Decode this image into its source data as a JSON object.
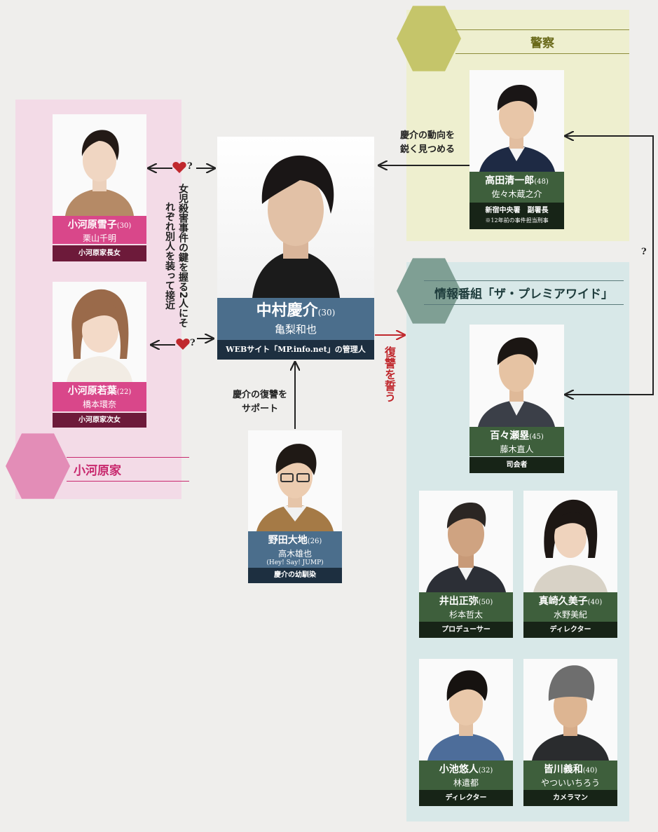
{
  "sections": {
    "family": "小河原家",
    "police": "警察",
    "tvshow": "情報番組「ザ・プレミアワイド」"
  },
  "main": {
    "name": "中村慶介",
    "age": "(30)",
    "actor": "亀梨和也",
    "role": "WEBサイト「MP.info.net」の管理人"
  },
  "family": [
    {
      "name": "小河原雪子",
      "age": "(30)",
      "actor": "栗山千明",
      "role": "小河原家長女"
    },
    {
      "name": "小河原若葉",
      "age": "(22)",
      "actor": "橋本環奈",
      "role": "小河原家次女"
    }
  ],
  "police": {
    "name": "高田清一郎",
    "age": "(48)",
    "actor": "佐々木蔵之介",
    "role": "新宿中央署　副署長",
    "role_note": "※12年前の事件担当刑事"
  },
  "supporter": {
    "name": "野田大地",
    "age": "(26)",
    "actor": "高木雄也",
    "group": "(Hey! Say! JUMP)",
    "role": "慶介の幼馴染"
  },
  "tv": [
    {
      "name": "百々瀬塁",
      "age": "(45)",
      "actor": "藤木直人",
      "role": "司会者"
    },
    {
      "name": "井出正弥",
      "age": "(50)",
      "actor": "杉本哲太",
      "role": "プロデューサー"
    },
    {
      "name": "真崎久美子",
      "age": "(40)",
      "actor": "水野美紀",
      "role": "ディレクター"
    },
    {
      "name": "小池悠人",
      "age": "(32)",
      "actor": "林遣都",
      "role": "ディレクター"
    },
    {
      "name": "皆川義和",
      "age": "(40)",
      "actor": "やついいちろう",
      "role": "カメラマン"
    }
  ],
  "relations": {
    "family_note": "女児殺害事件の鍵を握る2人にそれぞれ別人を装って接近",
    "q": "?",
    "police_note_1": "慶介の動向を",
    "police_note_2": "鋭く見つめる",
    "support_note_1": "慶介の復讐を",
    "support_note_2": "サポート",
    "revenge": "復讐を誓う"
  },
  "colors": {
    "pink": "#d9478a",
    "green": "#3e5f3c",
    "blue": "#4b6e8c",
    "red": "#c0282d"
  }
}
